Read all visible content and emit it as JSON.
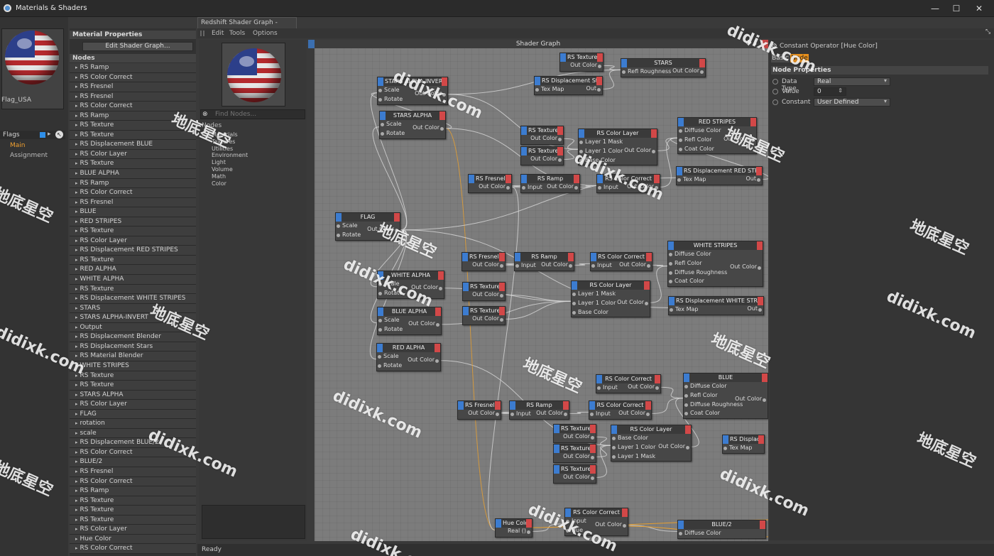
{
  "window": {
    "title": "Materials & Shaders",
    "minimize": "—",
    "maximize": "☐",
    "close": "✕"
  },
  "material": {
    "name": "Flag_USA"
  },
  "flags": {
    "label": "Flags",
    "tabs": [
      "Main",
      "Assignment"
    ]
  },
  "material_properties": {
    "header": "Material Properties",
    "edit_button": "Edit Shader Graph...",
    "nodes_header": "Nodes"
  },
  "node_list": [
    "RS Ramp",
    "RS Color Correct",
    "RS Fresnel",
    "RS Fresnel",
    "RS Color Correct",
    "RS Ramp",
    "RS Texture",
    "RS Texture",
    "RS Displacement BLUE",
    "RS Color Layer",
    "RS Texture",
    "BLUE ALPHA",
    "RS Ramp",
    "RS Color Correct",
    "RS Fresnel",
    "BLUE",
    "RED STRIPES",
    "RS Texture",
    "RS Color Layer",
    "RS Displacement RED STRIPES",
    "RS Texture",
    "RED ALPHA",
    "WHITE ALPHA",
    "RS Texture",
    "RS Displacement WHITE STRIPES",
    "STARS",
    "STARS ALPHA-INVERT",
    "Output",
    "RS Displacement Blender",
    "RS Displacement Stars",
    "RS Material Blender",
    "WHITE STRIPES",
    "RS Texture",
    "RS Texture",
    "STARS ALPHA",
    "RS Color Layer",
    "FLAG",
    "rotation",
    "scale",
    "RS Displacement BLUE/2",
    "RS Color Correct",
    "BLUE/2",
    "RS Fresnel",
    "RS Color Correct",
    "RS Ramp",
    "RS Texture",
    "RS Texture",
    "RS Texture",
    "RS Color Layer",
    "Hue Color",
    "RS Color Correct"
  ],
  "graph": {
    "tab": "Redshift Shader Graph - Flag_USA",
    "menu": [
      "Edit",
      "Tools",
      "Options"
    ],
    "canvas_title": "Shader Graph",
    "nav_icons": "✥↓",
    "status": "Ready"
  },
  "finder": {
    "placeholder": "Find Nodes...",
    "tree_header": "Nodes",
    "tree": [
      "Materials",
      "Textures",
      "Utilities",
      "Environment",
      "Light",
      "Volume",
      "Math",
      "Color"
    ]
  },
  "attributes": {
    "title": "Constant Operator [Hue Color]",
    "tabs": [
      "Basic",
      "Node"
    ],
    "section": "Node Properties",
    "props": [
      {
        "label": "Data Type",
        "value": "Real"
      },
      {
        "label": "Value",
        "value": "0"
      },
      {
        "label": "Constant",
        "value": "User Defined"
      }
    ]
  },
  "nodes": [
    {
      "title": "RS Texture",
      "inputs": [],
      "output": "Out Color"
    },
    {
      "title": "STARS",
      "inputs": [
        "Refl Roughness"
      ],
      "output": "Out Color"
    },
    {
      "title": "RS Displacement Stars",
      "inputs": [
        "Tex Map"
      ],
      "output": "Out"
    },
    {
      "title": "STARS ALPHA-INVERT",
      "inputs": [
        "Scale",
        "Rotate"
      ],
      "output": "Out Color"
    },
    {
      "title": "STARS ALPHA",
      "inputs": [
        "Scale",
        "Rotate"
      ],
      "output": "Out Color"
    },
    {
      "title": "RS Texture",
      "inputs": [],
      "output": "Out Color"
    },
    {
      "title": "RS Texture",
      "inputs": [],
      "output": "Out Color"
    },
    {
      "title": "RS Color Layer",
      "inputs": [
        "Layer 1 Mask",
        "Layer 1 Color",
        "Base Color"
      ],
      "output": "Out Color"
    },
    {
      "title": "RED STRIPES",
      "inputs": [
        "Diffuse Color",
        "Refl Color",
        "Coat Color"
      ],
      "output": "Out Color"
    },
    {
      "title": "RS Fresnel",
      "inputs": [],
      "output": "Out Color"
    },
    {
      "title": "RS Ramp",
      "inputs": [
        "Input"
      ],
      "output": "Out Color"
    },
    {
      "title": "RS Color Correct",
      "inputs": [
        "Input"
      ],
      "output": "Out Color"
    },
    {
      "title": "RS Displacement RED STRIPES",
      "inputs": [
        "Tex Map"
      ],
      "output": "Out"
    },
    {
      "title": "FLAG",
      "inputs": [
        "Scale",
        "Rotate"
      ],
      "output": "Out Color"
    },
    {
      "title": "RS Fresnel",
      "inputs": [],
      "output": "Out Color"
    },
    {
      "title": "RS Ramp",
      "inputs": [
        "Input"
      ],
      "output": "Out Color"
    },
    {
      "title": "RS Color Correct",
      "inputs": [
        "Input"
      ],
      "output": "Out Color"
    },
    {
      "title": "WHITE STRIPES",
      "inputs": [
        "Diffuse Color",
        "Refl Color",
        "Diffuse Roughness",
        "Coat Color"
      ],
      "output": "Out Color"
    },
    {
      "title": "WHITE ALPHA",
      "inputs": [
        "Scale",
        "Rotate"
      ],
      "output": "Out Color"
    },
    {
      "title": "RS Texture",
      "inputs": [],
      "output": "Out Color"
    },
    {
      "title": "RS Color Layer",
      "inputs": [
        "Layer 1 Mask",
        "Layer 1 Color",
        "Base Color"
      ],
      "output": "Out Color"
    },
    {
      "title": "RS Displacement WHITE STRIPES",
      "inputs": [
        "Tex Map"
      ],
      "output": "Out"
    },
    {
      "title": "BLUE ALPHA",
      "inputs": [
        "Scale",
        "Rotate"
      ],
      "output": "Out Color"
    },
    {
      "title": "RS Texture",
      "inputs": [],
      "output": "Out Color"
    },
    {
      "title": "RED ALPHA",
      "inputs": [
        "Scale",
        "Rotate"
      ],
      "output": "Out Color"
    },
    {
      "title": "RS Color Correct",
      "inputs": [
        "Input"
      ],
      "output": "Out Color"
    },
    {
      "title": "BLUE",
      "inputs": [
        "Diffuse Color",
        "Refl Color",
        "Diffuse Roughness",
        "Coat Color"
      ],
      "output": "Out Color"
    },
    {
      "title": "RS Fresnel",
      "inputs": [],
      "output": "Out Color"
    },
    {
      "title": "RS Ramp",
      "inputs": [
        "Input"
      ],
      "output": "Out Color"
    },
    {
      "title": "RS Color Correct",
      "inputs": [
        "Input"
      ],
      "output": "Out Color"
    },
    {
      "title": "RS Texture",
      "inputs": [],
      "output": "Out Color"
    },
    {
      "title": "RS Color Layer",
      "inputs": [
        "Base Color",
        "Layer 1 Color",
        "Layer 1 Mask"
      ],
      "output": "Out Color"
    },
    {
      "title": "RS Displacement",
      "inputs": [
        "Tex Map"
      ],
      "output": ""
    },
    {
      "title": "RS Texture",
      "inputs": [],
      "output": "Out Color"
    },
    {
      "title": "RS Texture",
      "inputs": [],
      "output": "Out Color"
    },
    {
      "title": "Hue Color",
      "inputs": [],
      "output": "Real ()"
    },
    {
      "title": "RS Color Correct",
      "inputs": [
        "Input",
        "Hue"
      ],
      "output": "Out Color"
    },
    {
      "title": "BLUE/2",
      "inputs": [
        "Diffuse Color"
      ],
      "output": ""
    }
  ],
  "watermarks": [
    "didixk.com",
    "地底星空"
  ]
}
